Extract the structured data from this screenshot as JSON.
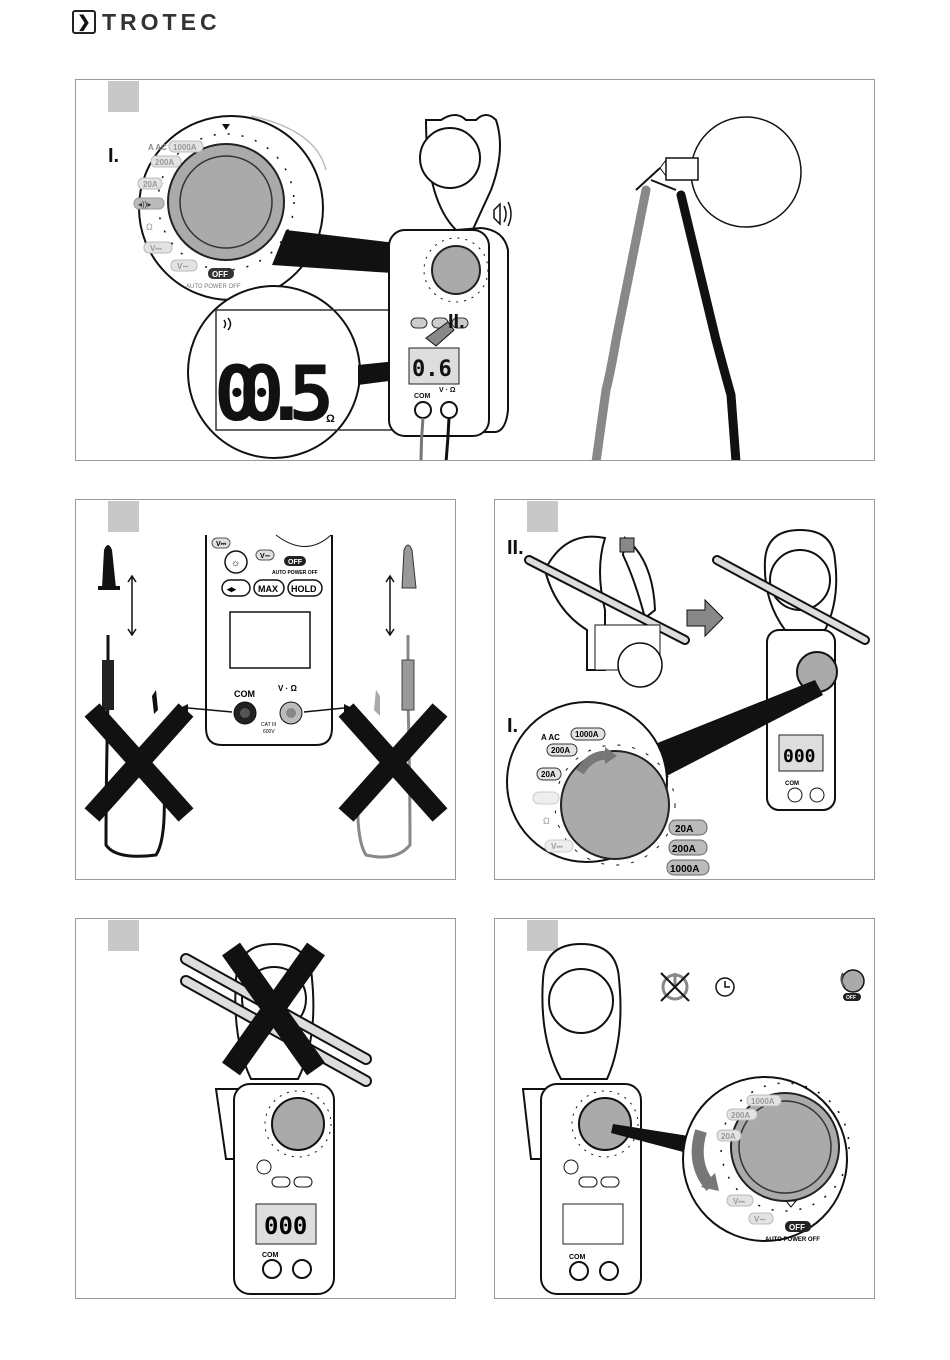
{
  "header": {
    "brand": "TROTEC",
    "logo_icon": "chevron-right-icon"
  },
  "panel1": {
    "step_1": "I.",
    "step_2": "II.",
    "dial": {
      "aac": "A AC",
      "r1000": "1000A",
      "r200": "200A",
      "r20": "20A",
      "diode": "◂))▸",
      "ohm": "Ω",
      "vdc": "V⎓",
      "vac": "V∼",
      "off": "OFF",
      "auto_off": "AUTO POWER OFF"
    },
    "display_value": "00.5",
    "display_unit": "Ω",
    "com_label": "COM",
    "v_label": "V · Ω"
  },
  "panel2": {
    "vdc": "V⎓",
    "vac": "V∼",
    "off": "OFF",
    "auto_off": "AUTO POWER OFF",
    "btn_diode": "◂▸",
    "btn_max": "MAX",
    "btn_hold": "HOLD",
    "com": "COM",
    "v_ohm": "V · Ω",
    "cat": "CAT III",
    "cat_v": "600V"
  },
  "panel3": {
    "step_2": "II.",
    "step_1": "I.",
    "dial": {
      "aac": "A AC",
      "r1000": "1000A",
      "r200": "200A",
      "r20": "20A",
      "ohm": "Ω",
      "vdc": "V⎓"
    },
    "ranges": [
      "20A",
      "200A",
      "1000A"
    ],
    "com": "COM"
  },
  "panel4": {
    "display": "000",
    "com": "COM"
  },
  "panel5": {
    "icons": [
      "no-sleep-icon",
      "clock-icon",
      "off-knob-icon"
    ],
    "off_badge": "OFF",
    "dial": {
      "r1000": "1000A",
      "r200": "200A",
      "r20": "20A",
      "vdc": "V⎓",
      "vac": "V∼",
      "off": "OFF",
      "auto_off": "AUTO POWER OFF"
    },
    "com": "COM"
  }
}
